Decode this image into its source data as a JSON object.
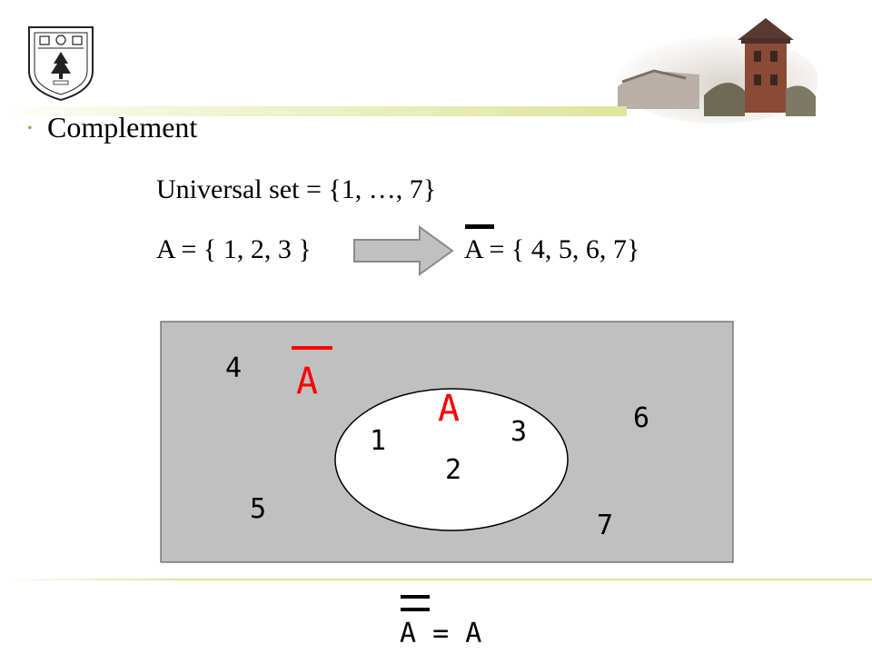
{
  "slide": {
    "heading": "Complement",
    "universal_set": "Universal set = {1, …, 7}",
    "set_a": "A = { 1, 2, 3 }",
    "set_a_complement": "A = { 4, 5, 6, 7}"
  },
  "venn": {
    "outer_fill": "#c0c0c0",
    "inner_fill": "#ffffff",
    "label_color": "#ff0000",
    "complement_label": "A",
    "set_label": "A",
    "inside_numbers": [
      "1",
      "2",
      "3"
    ],
    "outside_numbers": [
      "4",
      "5",
      "6",
      "7"
    ]
  },
  "law": {
    "text": "A = A"
  },
  "decor": {
    "logo_icon": "nanjing-university-seal-icon",
    "building_icon": "university-tower-photo-icon",
    "arrow_icon": "right-arrow-icon",
    "accent_color": "#dfe59c"
  }
}
